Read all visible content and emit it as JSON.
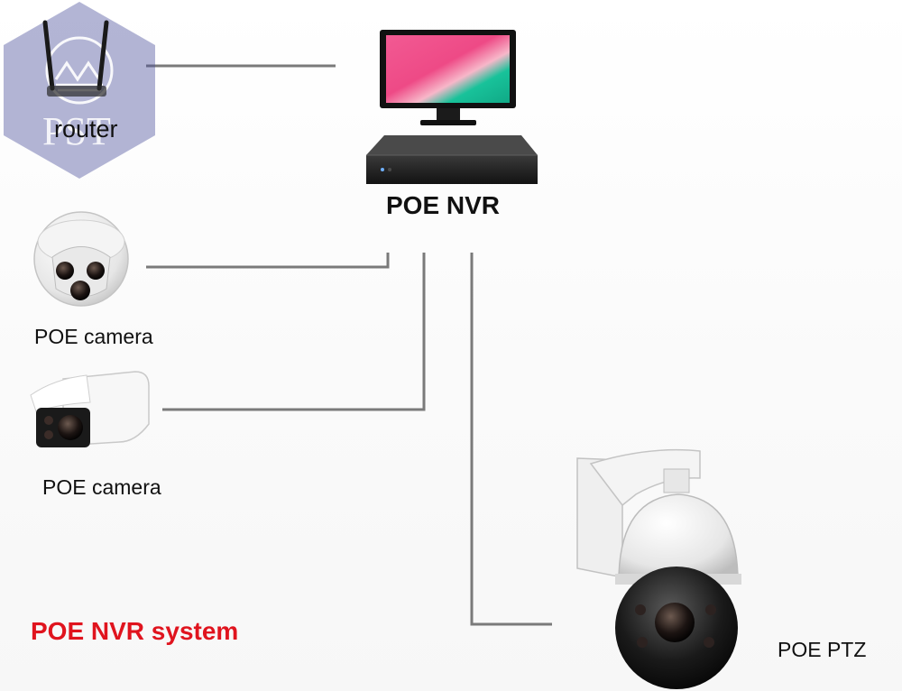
{
  "labels": {
    "router": "router",
    "nvr": "POE NVR",
    "camera_1": "POE camera",
    "camera_2": "POE camera",
    "ptz": "POE PTZ",
    "system_title": "POE NVR system"
  },
  "watermark": {
    "text": "PST"
  },
  "colors": {
    "connector": "#7a7a7a",
    "system_title": "#e0141e",
    "watermark": "#4a4f9a",
    "monitor_screen_pink": "#ee4a86",
    "monitor_screen_green": "#18c29a"
  },
  "icons": {
    "router": "router-icon",
    "nvr": "nvr-recorder-icon",
    "monitor": "monitor-icon",
    "dome_camera": "dome-camera-icon",
    "bullet_camera": "bullet-camera-icon",
    "ptz_camera": "ptz-camera-icon",
    "watermark": "pst-logo-icon"
  }
}
